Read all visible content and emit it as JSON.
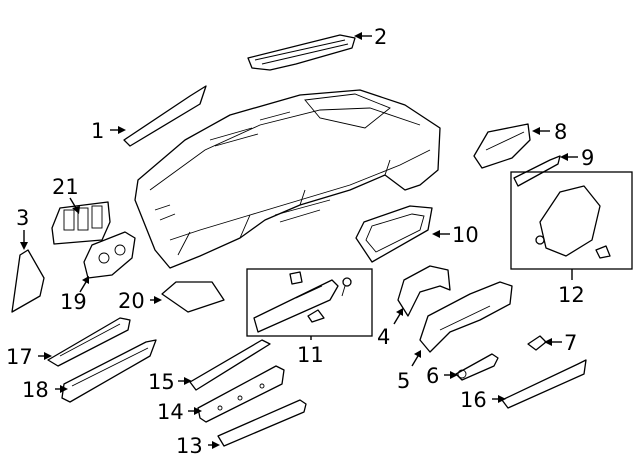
{
  "callouts": [
    {
      "id": "callout-1",
      "label": "1"
    },
    {
      "id": "callout-2",
      "label": "2"
    },
    {
      "id": "callout-3",
      "label": "3"
    },
    {
      "id": "callout-4",
      "label": "4"
    },
    {
      "id": "callout-5",
      "label": "5"
    },
    {
      "id": "callout-6",
      "label": "6"
    },
    {
      "id": "callout-7",
      "label": "7"
    },
    {
      "id": "callout-8",
      "label": "8"
    },
    {
      "id": "callout-9",
      "label": "9"
    },
    {
      "id": "callout-10",
      "label": "10"
    },
    {
      "id": "callout-11",
      "label": "11"
    },
    {
      "id": "callout-12",
      "label": "12"
    },
    {
      "id": "callout-13",
      "label": "13"
    },
    {
      "id": "callout-14",
      "label": "14"
    },
    {
      "id": "callout-15",
      "label": "15"
    },
    {
      "id": "callout-16",
      "label": "16"
    },
    {
      "id": "callout-17",
      "label": "17"
    },
    {
      "id": "callout-18",
      "label": "18"
    },
    {
      "id": "callout-19",
      "label": "19"
    },
    {
      "id": "callout-20",
      "label": "20"
    },
    {
      "id": "callout-21",
      "label": "21"
    }
  ],
  "colors": {
    "line": "#000000",
    "background": "#ffffff"
  }
}
